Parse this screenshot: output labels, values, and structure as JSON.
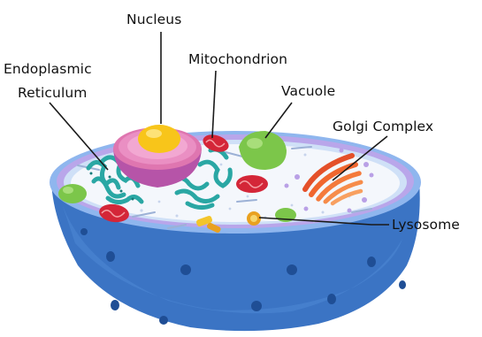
{
  "labels": {
    "nucleus": "Nucleus",
    "er_line1": "Endoplasmic",
    "er_line2": "Reticulum",
    "mitochondrion": "Mitochondrion",
    "vacuole": "Vacuole",
    "golgi": "Golgi Complex",
    "lysosome": "Lysosome"
  },
  "colors": {
    "membrane_shell": "#3b74c4",
    "membrane_outer_rim": "#8fb6ee",
    "rim_violet": "#b9a6ea",
    "cytoplasm": "#f4f7fc",
    "nucleus_envelope": "#df76b0",
    "nucleolus": "#f8c51a",
    "er": "#2aa7a4",
    "mitochondrion": "#d42638",
    "vacuole": "#7cc64a",
    "golgi": "#f0662e",
    "lysosome": "#e9a11f",
    "leader_line": "#1a1a1a"
  }
}
